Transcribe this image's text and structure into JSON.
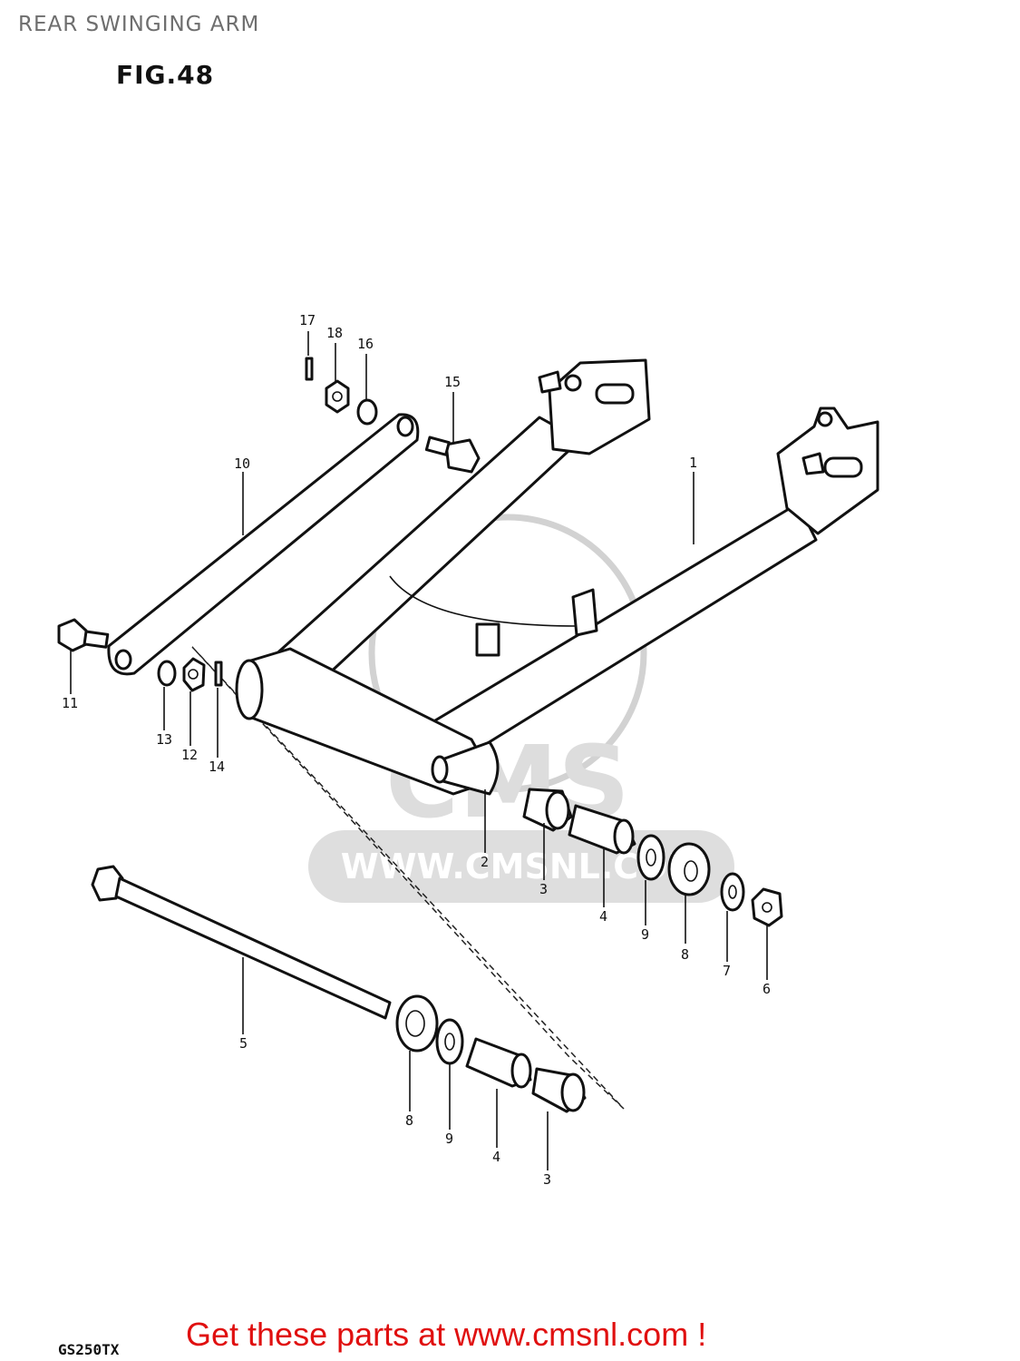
{
  "page": {
    "title": "REAR SWINGING ARM",
    "figure": "FIG.48",
    "model": "GS250TX",
    "cta": "Get these parts at www.cmsnl.com !"
  },
  "watermark": {
    "brand": "CMS",
    "url": "WWW.CMSNL.COM"
  },
  "callouts": [
    {
      "id": "c17",
      "label": "17"
    },
    {
      "id": "c18",
      "label": "18"
    },
    {
      "id": "c16",
      "label": "16"
    },
    {
      "id": "c15",
      "label": "15"
    },
    {
      "id": "c10",
      "label": "10"
    },
    {
      "id": "c1",
      "label": "1"
    },
    {
      "id": "c11",
      "label": "11"
    },
    {
      "id": "c13",
      "label": "13"
    },
    {
      "id": "c12",
      "label": "12"
    },
    {
      "id": "c14",
      "label": "14"
    },
    {
      "id": "c2",
      "label": "2"
    },
    {
      "id": "c3a",
      "label": "3"
    },
    {
      "id": "c4a",
      "label": "4"
    },
    {
      "id": "c9a",
      "label": "9"
    },
    {
      "id": "c8a",
      "label": "8"
    },
    {
      "id": "c7",
      "label": "7"
    },
    {
      "id": "c6",
      "label": "6"
    },
    {
      "id": "c5",
      "label": "5"
    },
    {
      "id": "c8b",
      "label": "8"
    },
    {
      "id": "c9b",
      "label": "9"
    },
    {
      "id": "c4b",
      "label": "4"
    },
    {
      "id": "c3b",
      "label": "3"
    }
  ]
}
